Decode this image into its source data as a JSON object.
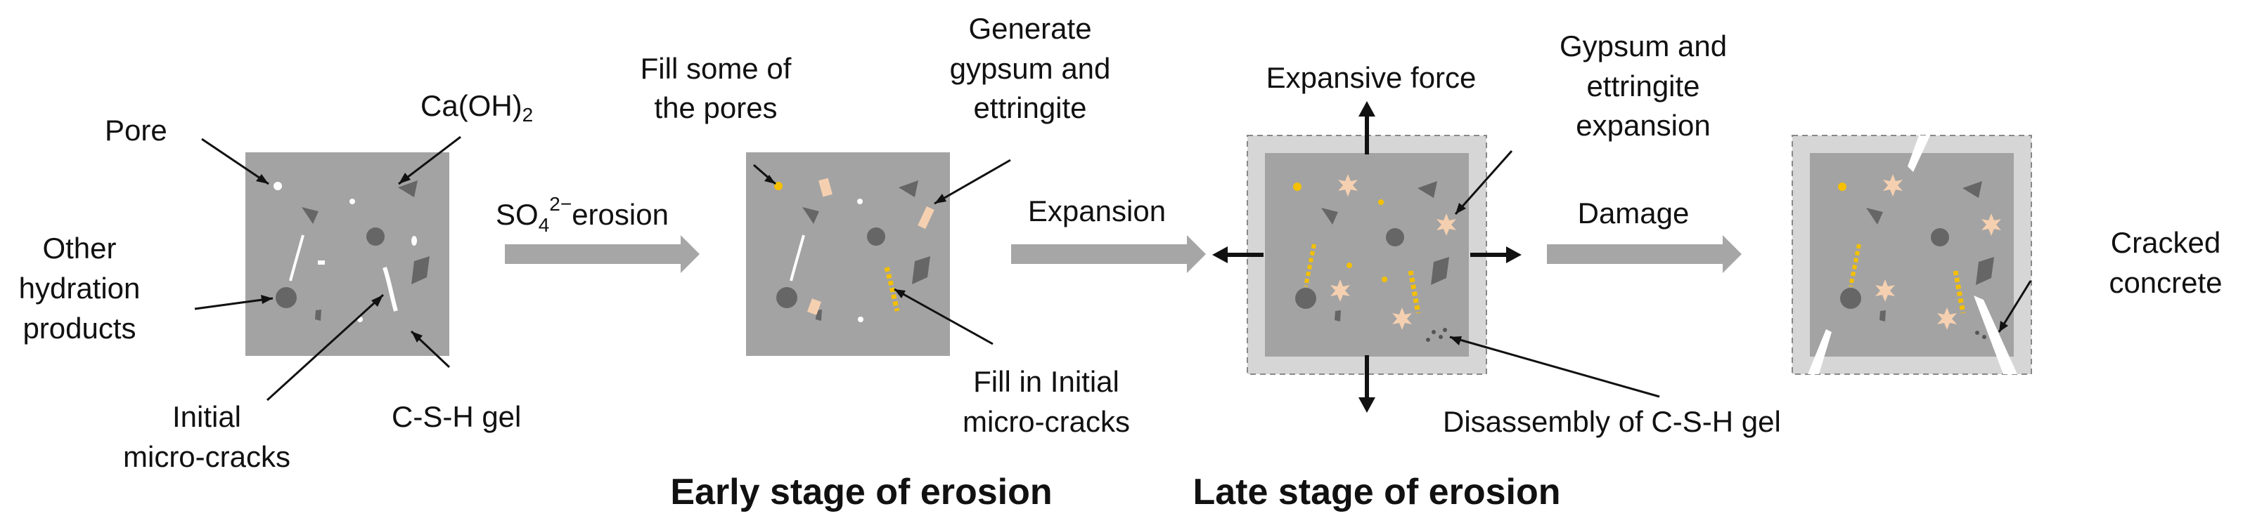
{
  "labels": {
    "pore": "Pore",
    "caoh2_base": "Ca(OH)",
    "caoh2_sub": "2",
    "other_line1": "Other",
    "other_line2": "hydration",
    "other_line3": "products",
    "initial_line1": "Initial",
    "initial_line2": "micro-cracks",
    "csh_gel": "C-S-H gel",
    "so4_base": "SO",
    "so4_sub": "4",
    "so4_sup": "2−",
    "so4_tail": "erosion",
    "fill_pores_line1": "Fill some of",
    "fill_pores_line2": "the pores",
    "generate_line1": "Generate",
    "generate_line2": "gypsum and",
    "generate_line3": "ettringite",
    "fill_cracks_line1": "Fill in Initial",
    "fill_cracks_line2": "micro-cracks",
    "expansion": "Expansion",
    "expansive_force": "Expansive force",
    "gyp_exp_line1": "Gypsum and",
    "gyp_exp_line2": "ettringite",
    "gyp_exp_line3": "expansion",
    "disassembly": "Disassembly of C-S-H gel",
    "damage": "Damage",
    "cracked_line1": "Cracked",
    "cracked_line2": "concrete"
  },
  "stages": {
    "early": "Early stage of erosion",
    "late": "Late stage of erosion"
  },
  "colors": {
    "matrix": "#a3a3a3",
    "dark_particle": "#666666",
    "outer_layer": "#d6d6d6",
    "gypsum": "#f5d0b0",
    "ettringite": "#f5c000",
    "process_arrow": "#a6a6a6",
    "force_arrow": "#111111"
  }
}
